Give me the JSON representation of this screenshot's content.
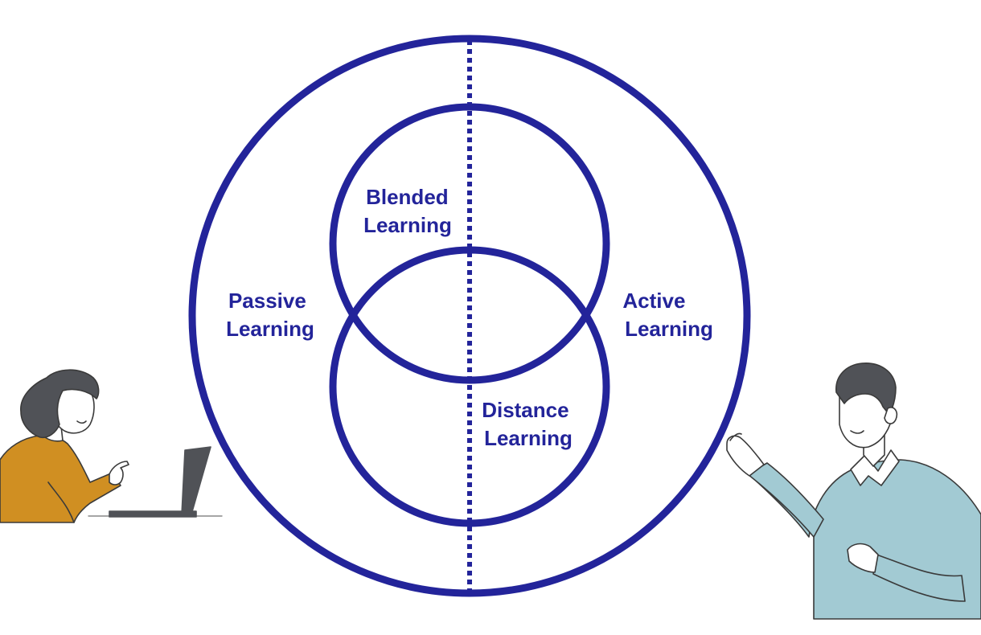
{
  "colors": {
    "diagram_stroke": "#23249a",
    "label_text": "#23249a",
    "woman_sweater": "#d08f22",
    "man_sweater": "#a2cad3",
    "hair": "#505257",
    "laptop": "#505257",
    "outline": "#3a3a3a"
  },
  "labels": {
    "passive": [
      "Passive",
      "Learning"
    ],
    "active": [
      "Active",
      "Learning"
    ],
    "blended": [
      "Blended",
      "Learning"
    ],
    "distance": [
      "Distance",
      "Learning"
    ]
  },
  "illustrations": {
    "left": "woman-at-laptop",
    "right": "man-presenting"
  }
}
